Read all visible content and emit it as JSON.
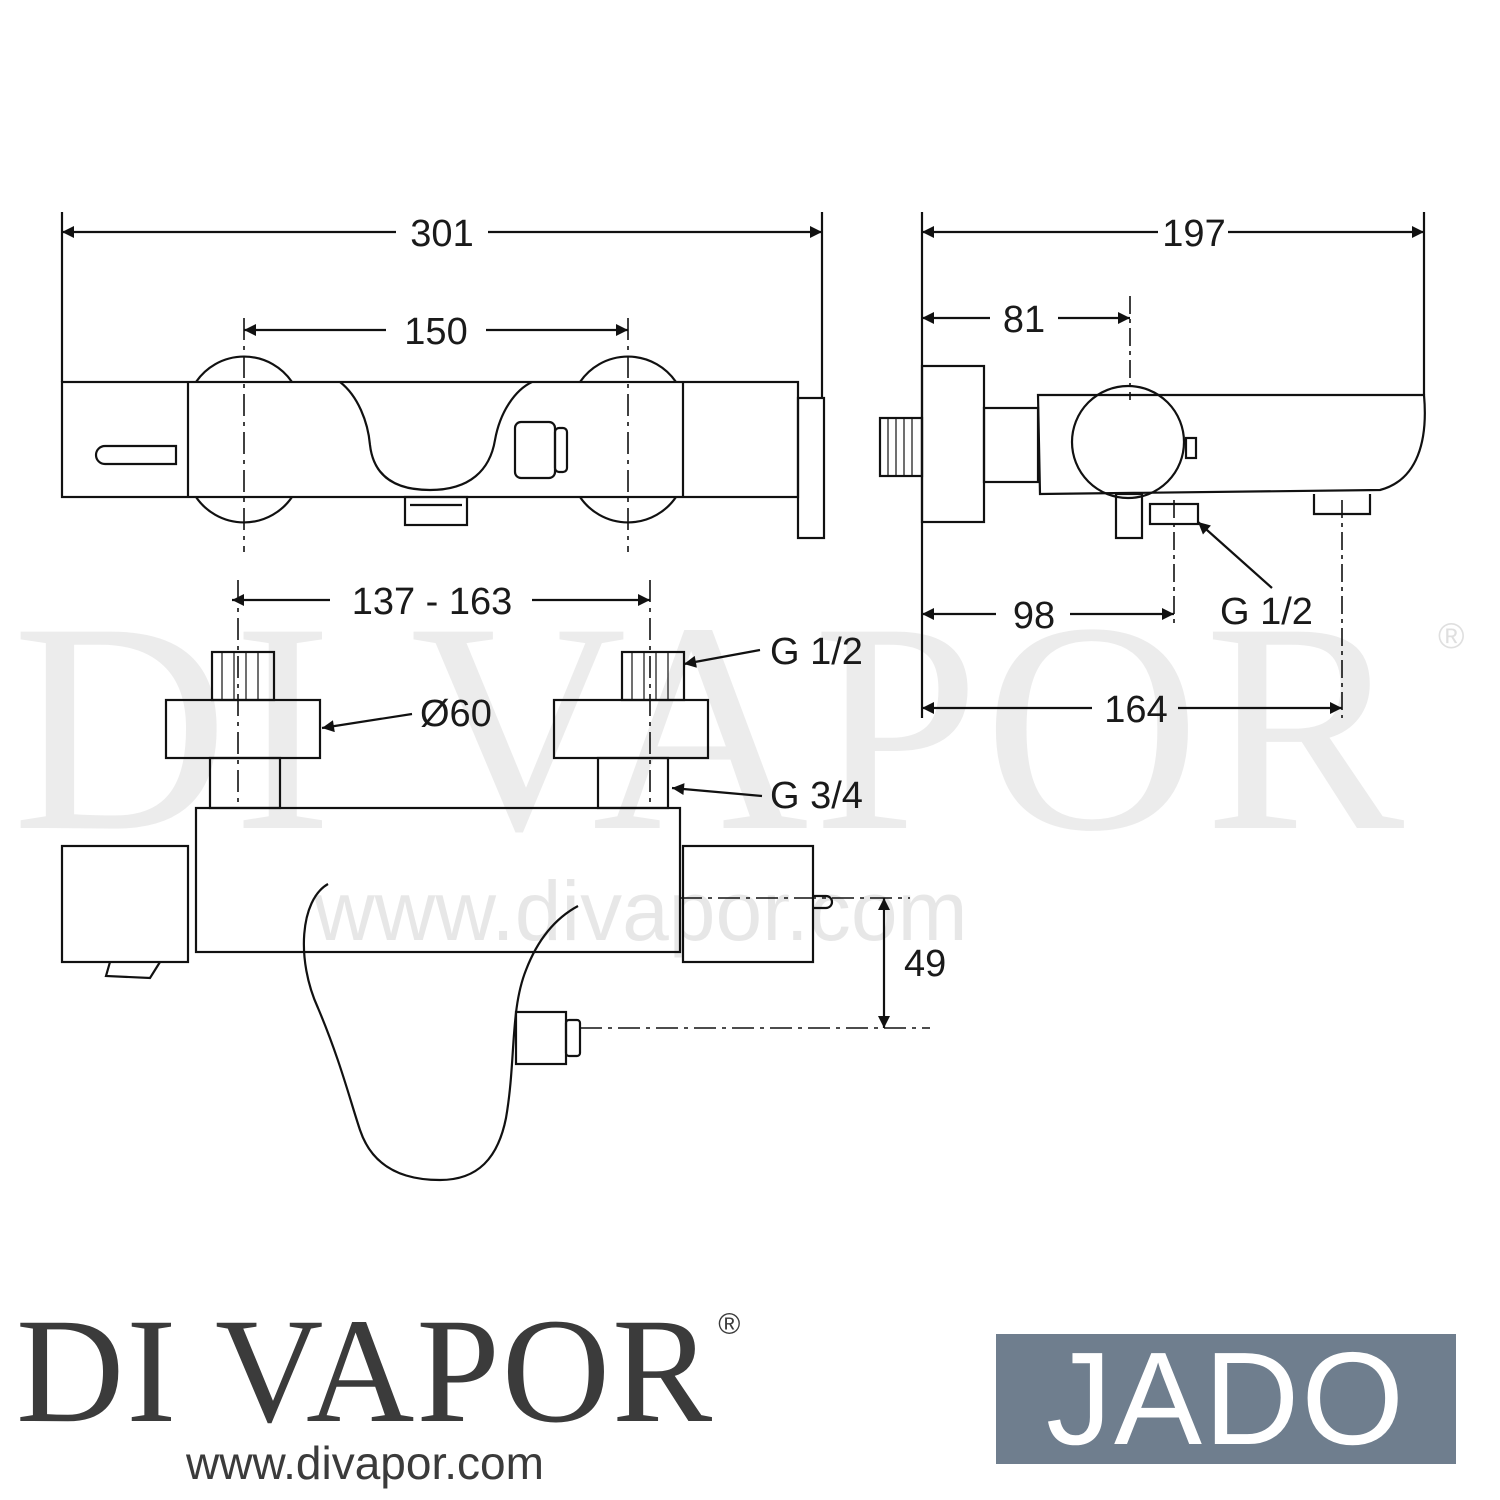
{
  "dimensions": {
    "overall_width": "301",
    "connection_spacing_top": "150",
    "connection_range": "137 - 163",
    "overall_depth": "197",
    "wall_to_handle": "81",
    "wall_to_outlet_a": "98",
    "wall_to_outlet_b": "164",
    "outlet_height": "49"
  },
  "callouts": {
    "thread_inlet": "G 1/2",
    "flange_diameter": "Ø60",
    "thread_body": "G 3/4",
    "thread_outlet": "G 1/2"
  },
  "watermark": {
    "big": "DI VAPOR",
    "registered": "®",
    "url": "www.divapor.com"
  },
  "branding": {
    "logo_text": "DI VAPOR",
    "logo_registered": "®",
    "url": "www.divapor.com",
    "partner_logo": "JADO",
    "partner_color": "#6f7e8e"
  }
}
